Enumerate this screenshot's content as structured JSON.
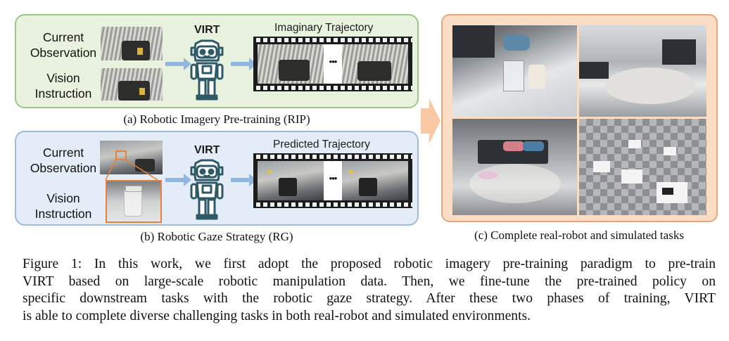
{
  "rip_panel": {
    "label_obs": "Current\nObservation",
    "label_instr": "Vision\nInstruction",
    "model_name": "VIRT",
    "trajectory_title": "Imaginary Trajectory",
    "ellipsis": "•••",
    "caption": "(a) Robotic Imagery Pre-training (RIP)"
  },
  "rg_panel": {
    "label_obs": "Current\nObservation",
    "label_instr": "Vision\nInstruction",
    "model_name": "VIRT",
    "trajectory_title": "Predicted Trajectory",
    "ellipsis": "•••",
    "caption": "(b) Robotic Gaze Strategy (RG)"
  },
  "tasks_panel": {
    "caption": "(c) Complete real-robot and simulated tasks"
  },
  "figure_caption": {
    "lines": [
      "Figure 1: In this work, we first adopt the proposed robotic imagery pre-training paradigm to pre-train",
      "VIRT based on large-scale robotic manipulation data. Then, we fine-tune the pre-trained policy on",
      "specific downstream tasks with the robotic gaze strategy. After these two phases of training, VIRT",
      "is able to complete diverse challenging tasks in both real-robot and simulated environments."
    ]
  },
  "colors": {
    "rip_fill": "#e9f2df",
    "rip_border": "#9bc884",
    "rg_fill": "#e4edf7",
    "rg_border": "#9fbad9",
    "tasks_fill": "#fbdcc4",
    "tasks_border": "#e9a57a",
    "arrow_blue": "#8fb7e0",
    "arrow_orange": "#f9c9a6",
    "robot_teal": "#2e5a68",
    "crop_orange": "#e8813d"
  },
  "icons": [
    "robot-mascot-icon",
    "right-arrow-icon",
    "film-strip-icon"
  ]
}
